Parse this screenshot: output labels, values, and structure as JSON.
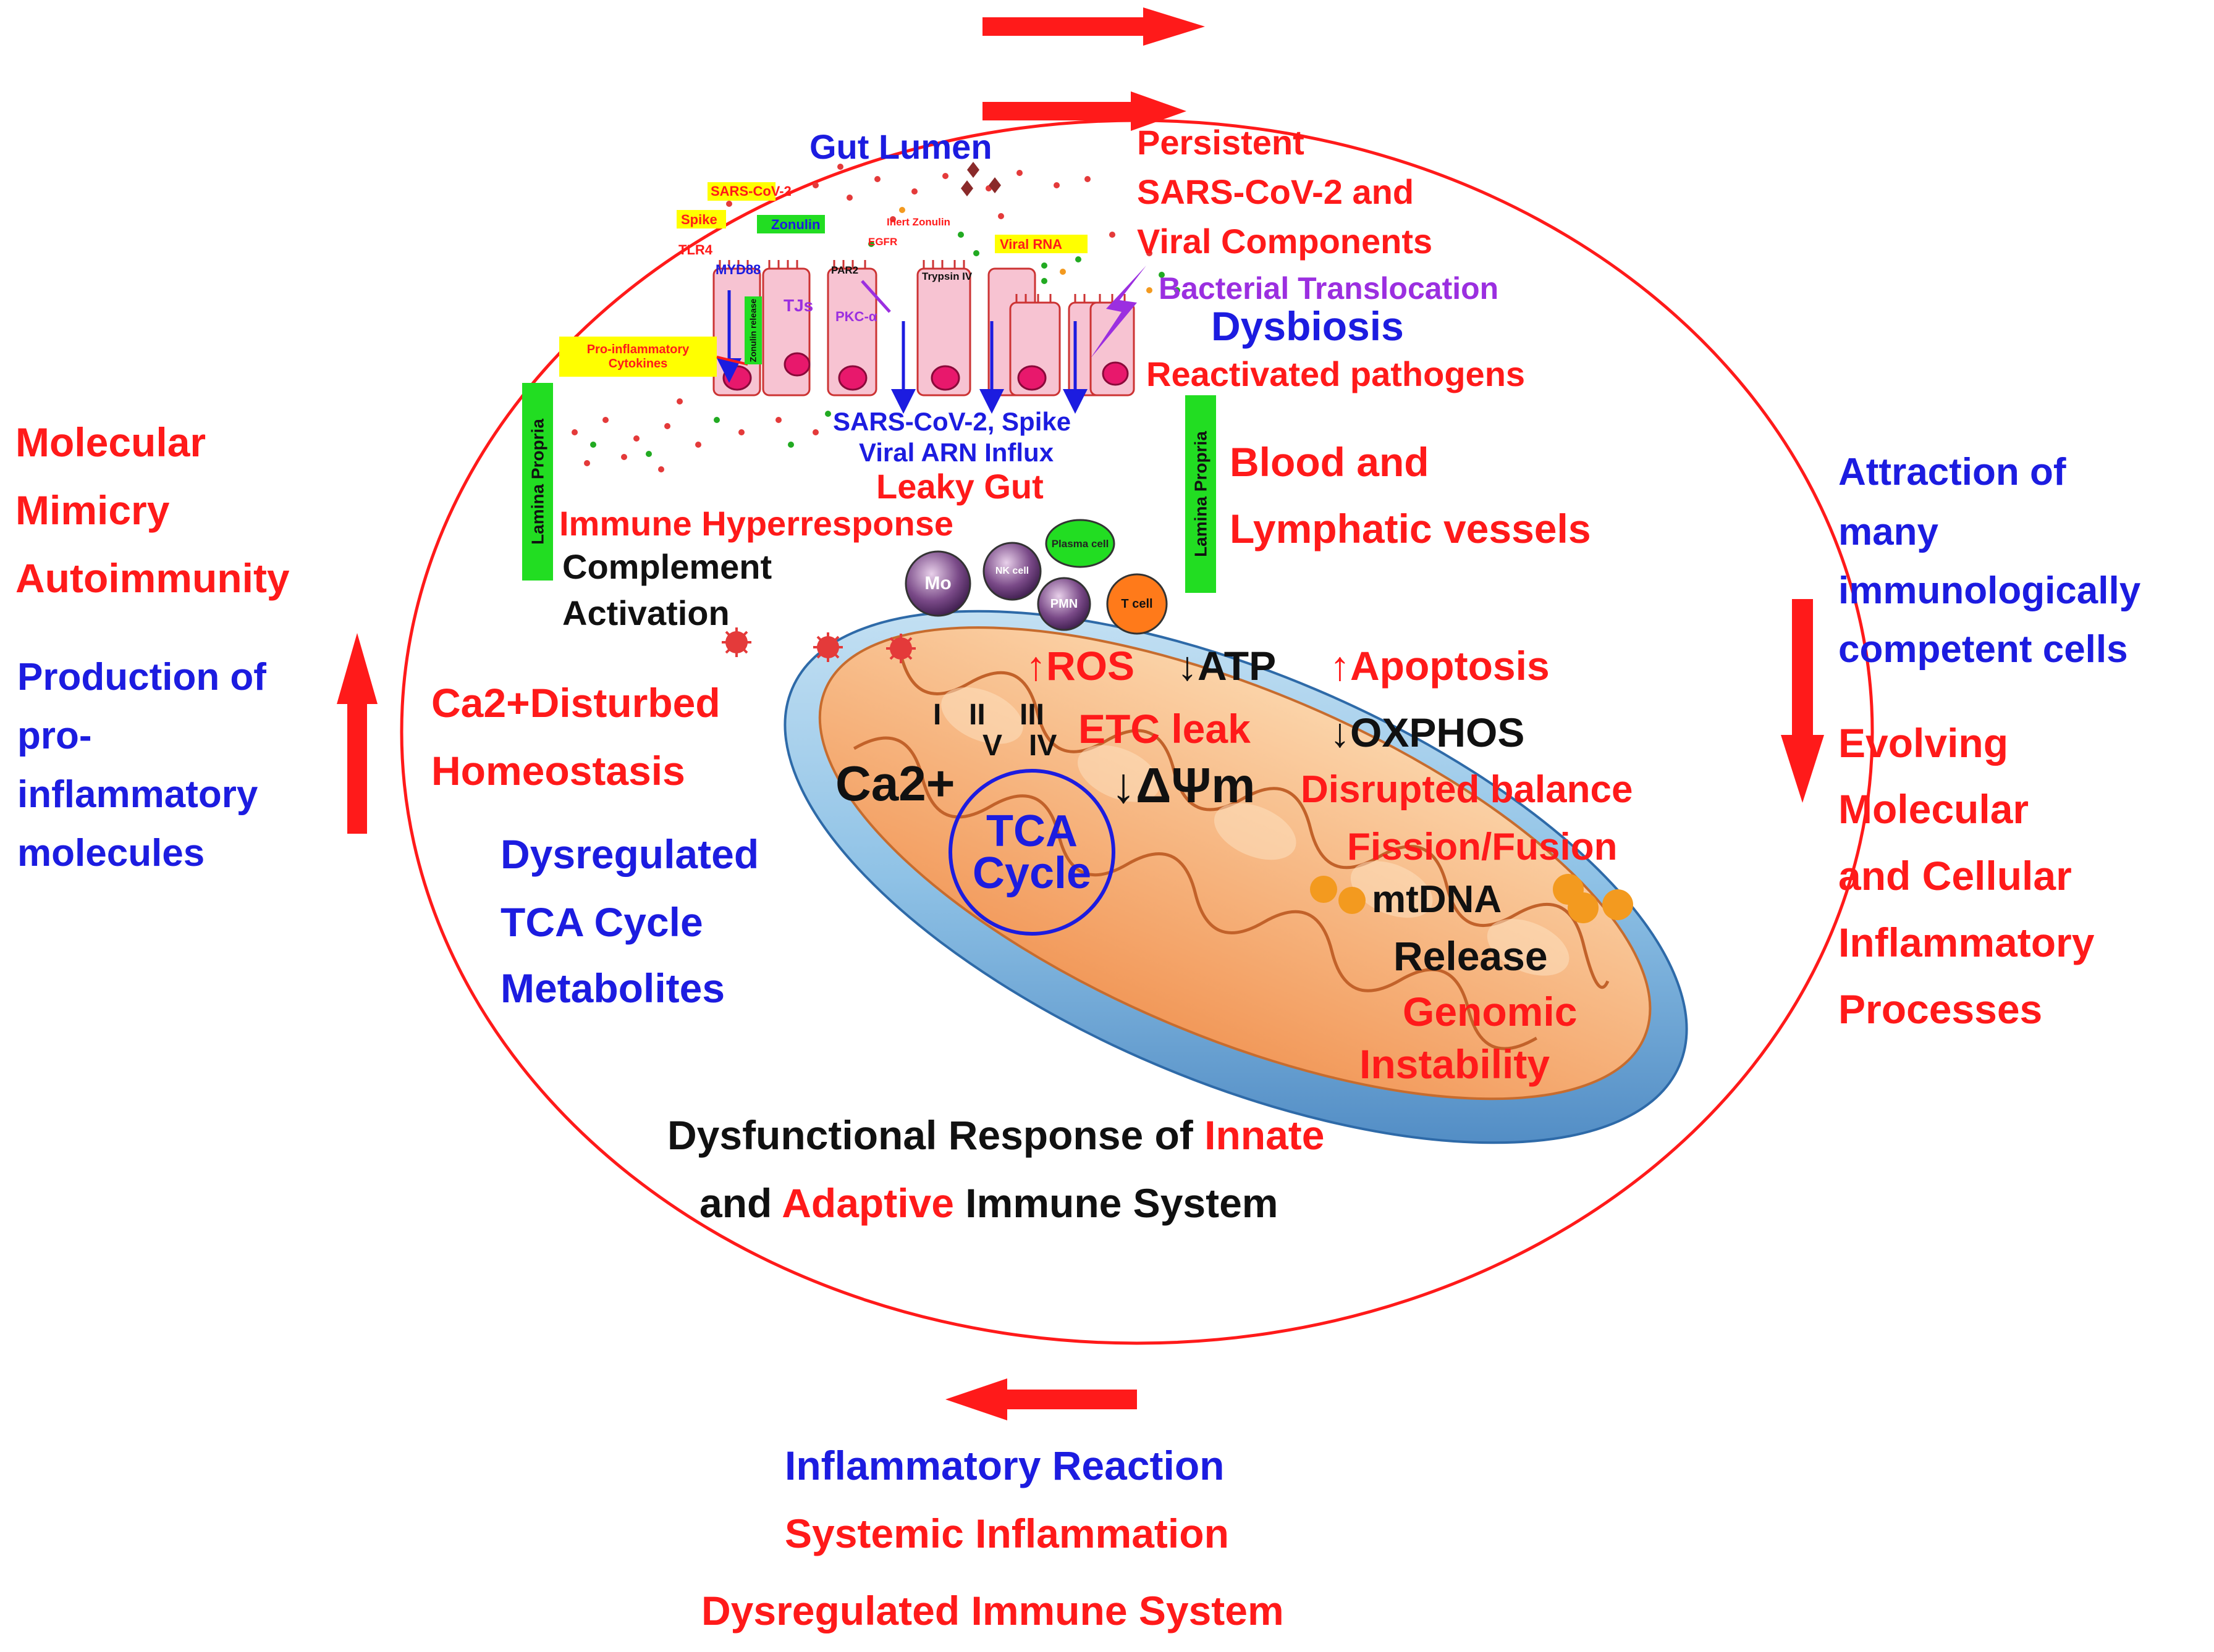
{
  "left": {
    "mimicry": [
      "Molecular",
      "Mimicry",
      "Autoimmunity"
    ],
    "production": [
      "Production of",
      "pro-",
      "inflammatory",
      "molecules"
    ]
  },
  "right": {
    "attraction": [
      "Attraction of",
      "many",
      "immunologically",
      "competent cells"
    ],
    "evolving": [
      "Evolving",
      "Molecular",
      "and Cellular",
      "Inflammatory",
      "Processes"
    ]
  },
  "bottom": {
    "inflammatory_reaction": "Inflammatory Reaction",
    "systemic_inflammation": "Systemic Inflammation",
    "dysregulated_immune": "Dysregulated Immune System"
  },
  "gut": {
    "lumen": "Gut Lumen",
    "persistent": [
      "Persistent",
      "SARS-CoV-2 and",
      "Viral Components"
    ],
    "bacterial_translocation": "Bacterial Translocation",
    "dysbiosis": "Dysbiosis",
    "reactivated": "Reactivated pathogens",
    "influx": [
      "SARS-CoV-2, Spike",
      "Viral ARN Influx"
    ],
    "leaky_gut": "Leaky Gut",
    "blood_lymph": [
      "Blood and",
      "Lymphatic vessels"
    ],
    "lamina_propria": "Lamina Propria",
    "labels": {
      "sarscov2": "SARS-CoV-2",
      "spike": "Spike",
      "tlr4": "TLR4",
      "myd88": "MYD88",
      "zonulin": "Zonulin",
      "inert_zonulin": "Inert Zonulin",
      "egfr": "EGFR",
      "par2": "PAR2",
      "trypsin": "Trypsin IV",
      "viral_rna": "Viral RNA",
      "pkc": "PKC-α",
      "tjs": "TJs",
      "zonulin_release": "Zonulin release",
      "pro_inflammatory": [
        "Pro-inflammatory",
        "Cytokines"
      ]
    }
  },
  "immune": {
    "hyperresponse": "Immune Hyperresponse",
    "complement": [
      "Complement",
      "Activation"
    ],
    "cells": {
      "mo": "Mo",
      "nk": "NK cell",
      "plasma": "Plasma cell",
      "pmn": "PMN",
      "tcell": "T cell"
    }
  },
  "mito": {
    "ca_disturbed": [
      "Ca2+Disturbed",
      "Homeostasis"
    ],
    "ros": "↑ROS",
    "atp": "↓ATP",
    "apoptosis": "↑Apoptosis",
    "complexes": [
      "I",
      "II",
      "III",
      "V",
      "IV"
    ],
    "etc_leak": "ETC leak",
    "oxphos": "↓OXPHOS",
    "ca2": "Ca2+",
    "dpsi": "↓ΔΨm",
    "disrupted": "Disrupted balance",
    "fission": "Fission/Fusion",
    "tca": [
      "TCA",
      "Cycle"
    ],
    "dysregulated_tca": [
      "Dysregulated",
      "TCA Cycle",
      "Metabolites"
    ],
    "mtdna": "mtDNA",
    "release": "Release",
    "genomic": [
      "Genomic",
      "Instability"
    ]
  },
  "dysfunctional": {
    "line1_a": "Dysfunctional Response of ",
    "line1_b": "Innate",
    "line2_a": "and ",
    "line2_b": "Adaptive",
    "line2_c": " Immune System"
  },
  "colors": {
    "red": "#ff1a1a",
    "blue": "#1c1ce0",
    "black": "#111111",
    "purple": "#9b2fe0",
    "green": "#22dd22",
    "yellow": "#ffff00",
    "pink": "#f7c3d2"
  }
}
